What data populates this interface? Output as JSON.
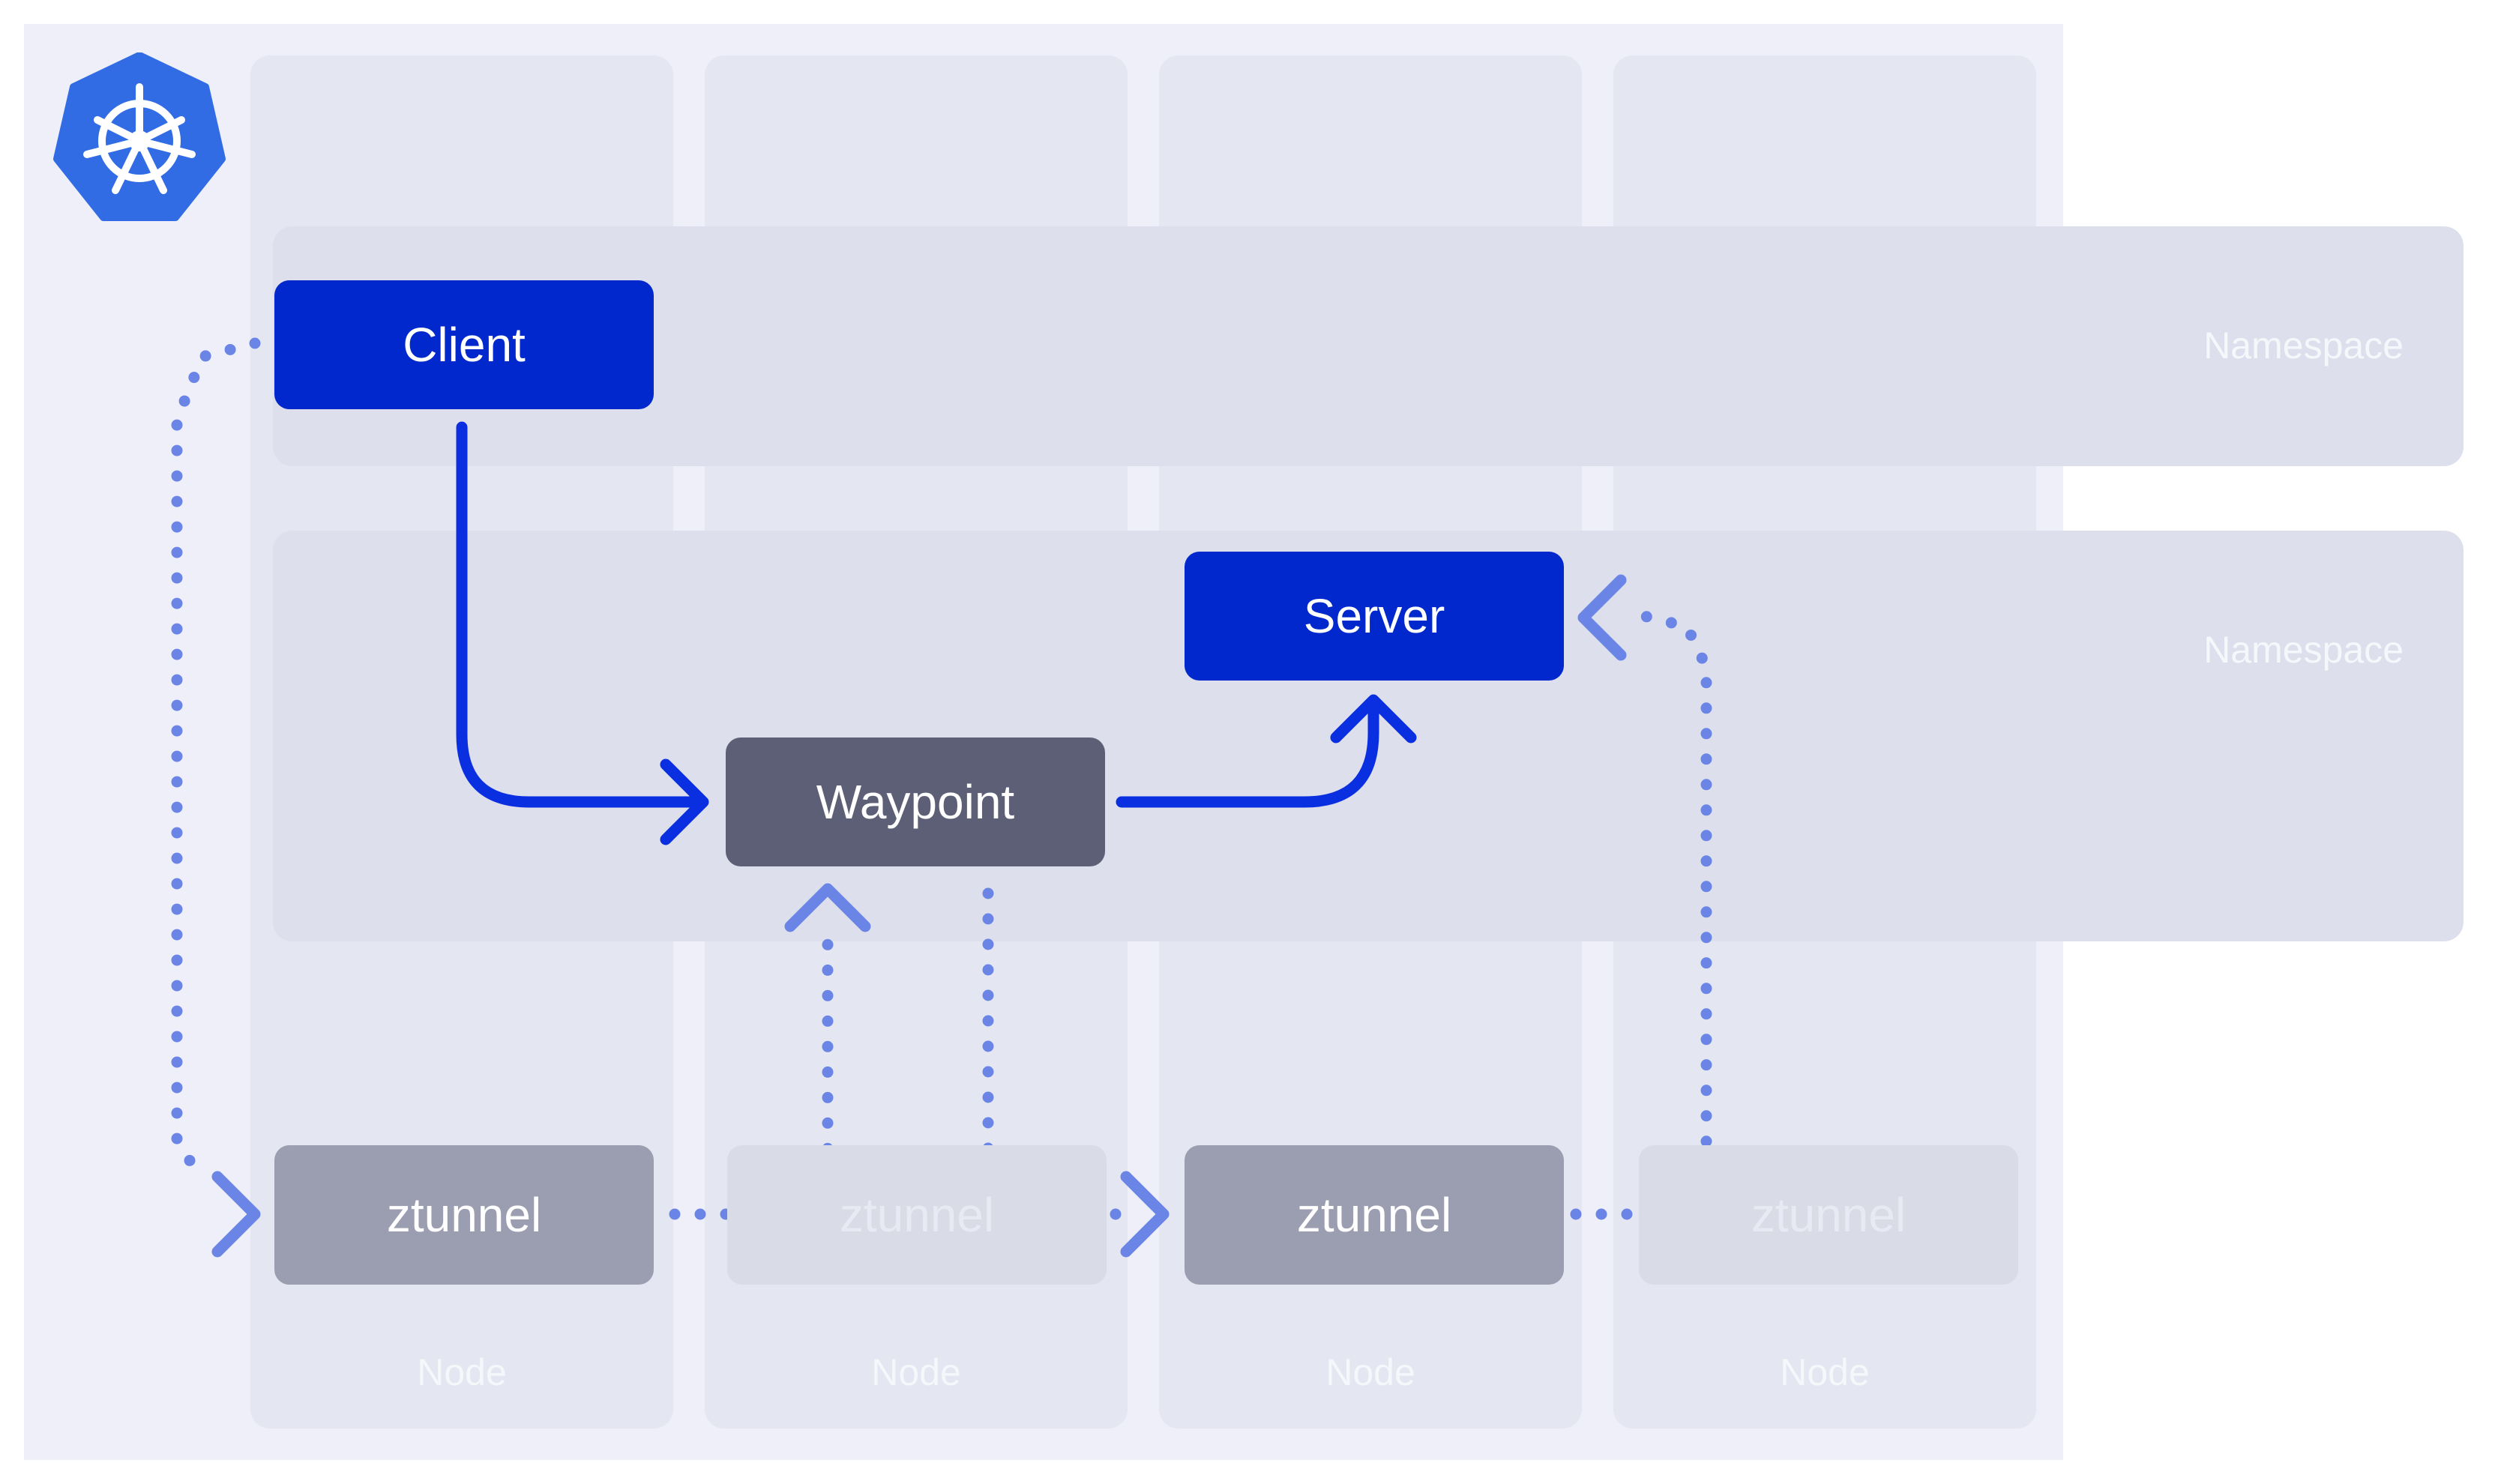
{
  "logo": {
    "name": "kubernetes-helm-logo",
    "color": "#326ce5"
  },
  "nodes": [
    {
      "label": "Node"
    },
    {
      "label": "Node"
    },
    {
      "label": "Node"
    },
    {
      "label": "Node"
    }
  ],
  "namespaces": [
    {
      "label": "Namespace"
    },
    {
      "label": "Namespace"
    }
  ],
  "boxes": {
    "client": "Client",
    "server": "Server",
    "waypoint": "Waypoint",
    "ztunnels": [
      "ztunnel",
      "ztunnel",
      "ztunnel",
      "ztunnel"
    ]
  },
  "colors": {
    "primary_flow": "#0a2fe0",
    "tunnel_flow": "#6b85e6",
    "service_box": "#0028cc",
    "waypoint_box": "#5c5f76",
    "ztunnel_box": "#9b9eb0"
  }
}
